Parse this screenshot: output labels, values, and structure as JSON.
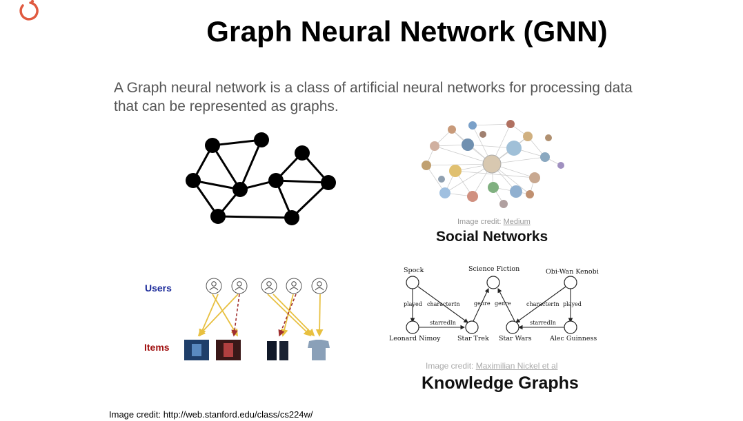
{
  "slide": {
    "title": "Graph Neural Network (GNN)",
    "description_line1": "A Graph neural network is a class of artificial neural networks for processing data",
    "description_line2": "that can be represented as graphs."
  },
  "social_networks": {
    "credit_prefix": "Image credit: ",
    "credit_link": "Medium",
    "heading": "Social Networks"
  },
  "recommender": {
    "users_label": "Users",
    "items_label": "Items"
  },
  "knowledge_graph": {
    "nodes": {
      "spock": "Spock",
      "science_fiction": "Science Fiction",
      "obi_wan": "Obi-Wan Kenobi",
      "leonard_nimoy": "Leonard Nimoy",
      "star_trek": "Star Trek",
      "star_wars": "Star Wars",
      "alec_guinness": "Alec Guinness"
    },
    "edges": {
      "played_1": "played",
      "character_in_1": "characterIn",
      "genre_1": "genre",
      "genre_2": "genre",
      "character_in_2": "characterIn",
      "played_2": "played",
      "starred_in_1": "starredIn",
      "starred_in_2": "starredIn"
    },
    "credit_prefix": "Image credit: ",
    "credit_link": "Maximilian Nickel et al",
    "heading": "Knowledge Graphs"
  },
  "footer": {
    "credit": "Image credit: http://web.stanford.edu/class/cs224w/"
  },
  "colors": {
    "logo": "#e05a40",
    "users_label": "#1b2a9a",
    "items_label": "#a01010",
    "arrow_solid": "#e8c040",
    "arrow_dashed": "#a03030"
  }
}
